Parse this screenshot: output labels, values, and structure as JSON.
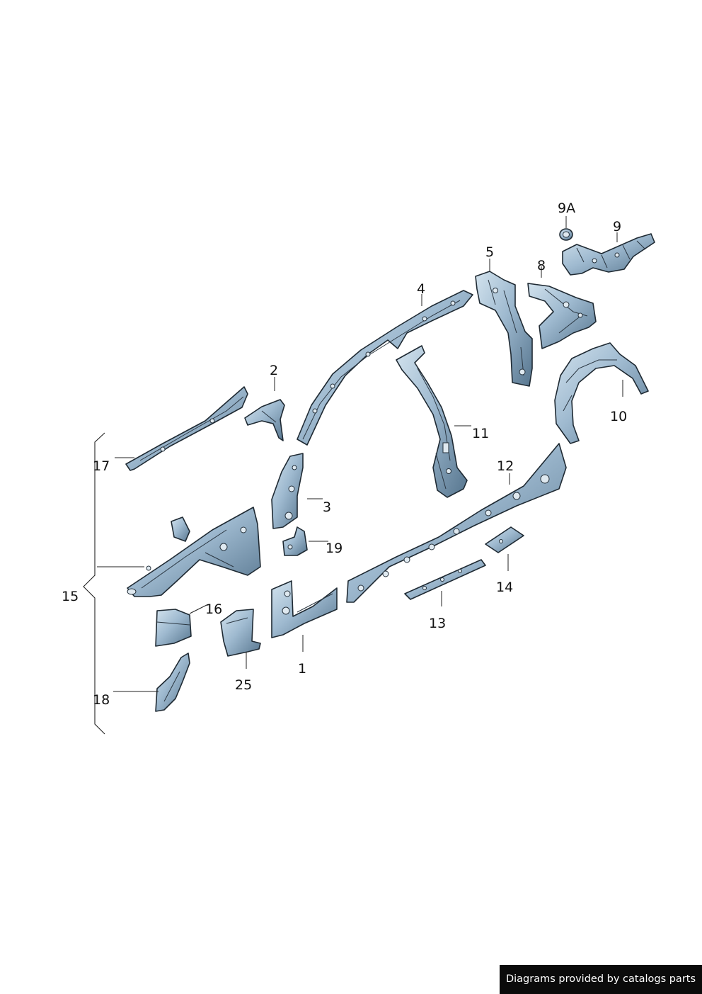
{
  "diagram": {
    "callouts": [
      "1",
      "2",
      "3",
      "4",
      "5",
      "8",
      "9A",
      "9",
      "10",
      "11",
      "12",
      "13",
      "14",
      "15",
      "16",
      "17",
      "18",
      "19",
      "25"
    ]
  },
  "footer": {
    "credit": "Diagrams provided by catalogs parts"
  },
  "colors": {
    "part_light": "#c8dbe8",
    "part_dark": "#5e7d95",
    "outline": "#1f2a33",
    "footer_bg": "#0b0b0b"
  }
}
